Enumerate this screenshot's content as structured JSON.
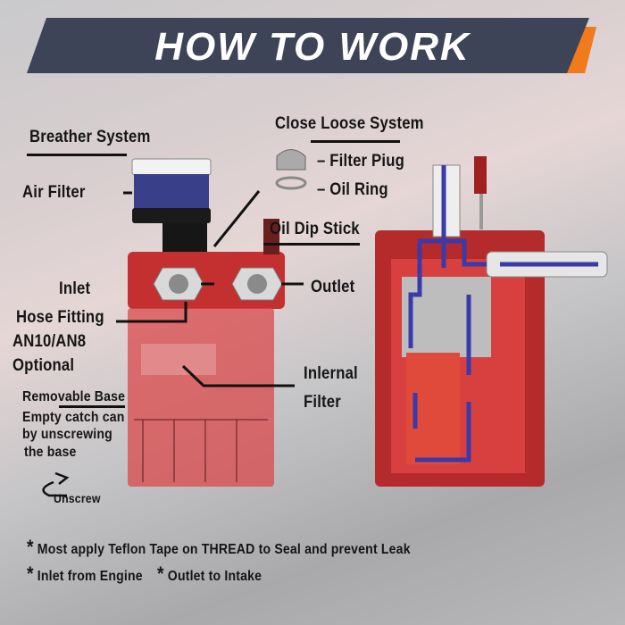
{
  "title": "How To Work",
  "colors": {
    "banner": "#3d4457",
    "banner_accent": "#f07a1c",
    "tank_red": "#c4302f",
    "flow_arrow": "#3a3aa8"
  },
  "labels": {
    "breather_system": "Breather System",
    "air_filter": "Air Filter",
    "close_loose_system": "Close Loose System",
    "filter_plug": "– Filter Piug",
    "oil_ring": "– Oil Ring",
    "oil_dip_stick": "Oil Dip Stick",
    "inlet": "Inlet",
    "outlet": "Outlet",
    "hose_fitting": [
      "Hose Fitting",
      "AN10/AN8",
      "Optional"
    ],
    "internal_filter": [
      "Inlernal",
      "Filter"
    ],
    "removable_base": "Removable Base",
    "removable_base_desc": [
      "Empty catch can",
      "by unscrewing",
      "the base"
    ],
    "unscrew": "Unscrew"
  },
  "notes": [
    {
      "star": "*",
      "text": "Most apply Teflon Tape on THREAD to Seal and prevent Leak"
    },
    {
      "star": "*",
      "text": "Inlet from Engine"
    },
    {
      "star": "*",
      "text": "Outlet to Intake"
    }
  ]
}
